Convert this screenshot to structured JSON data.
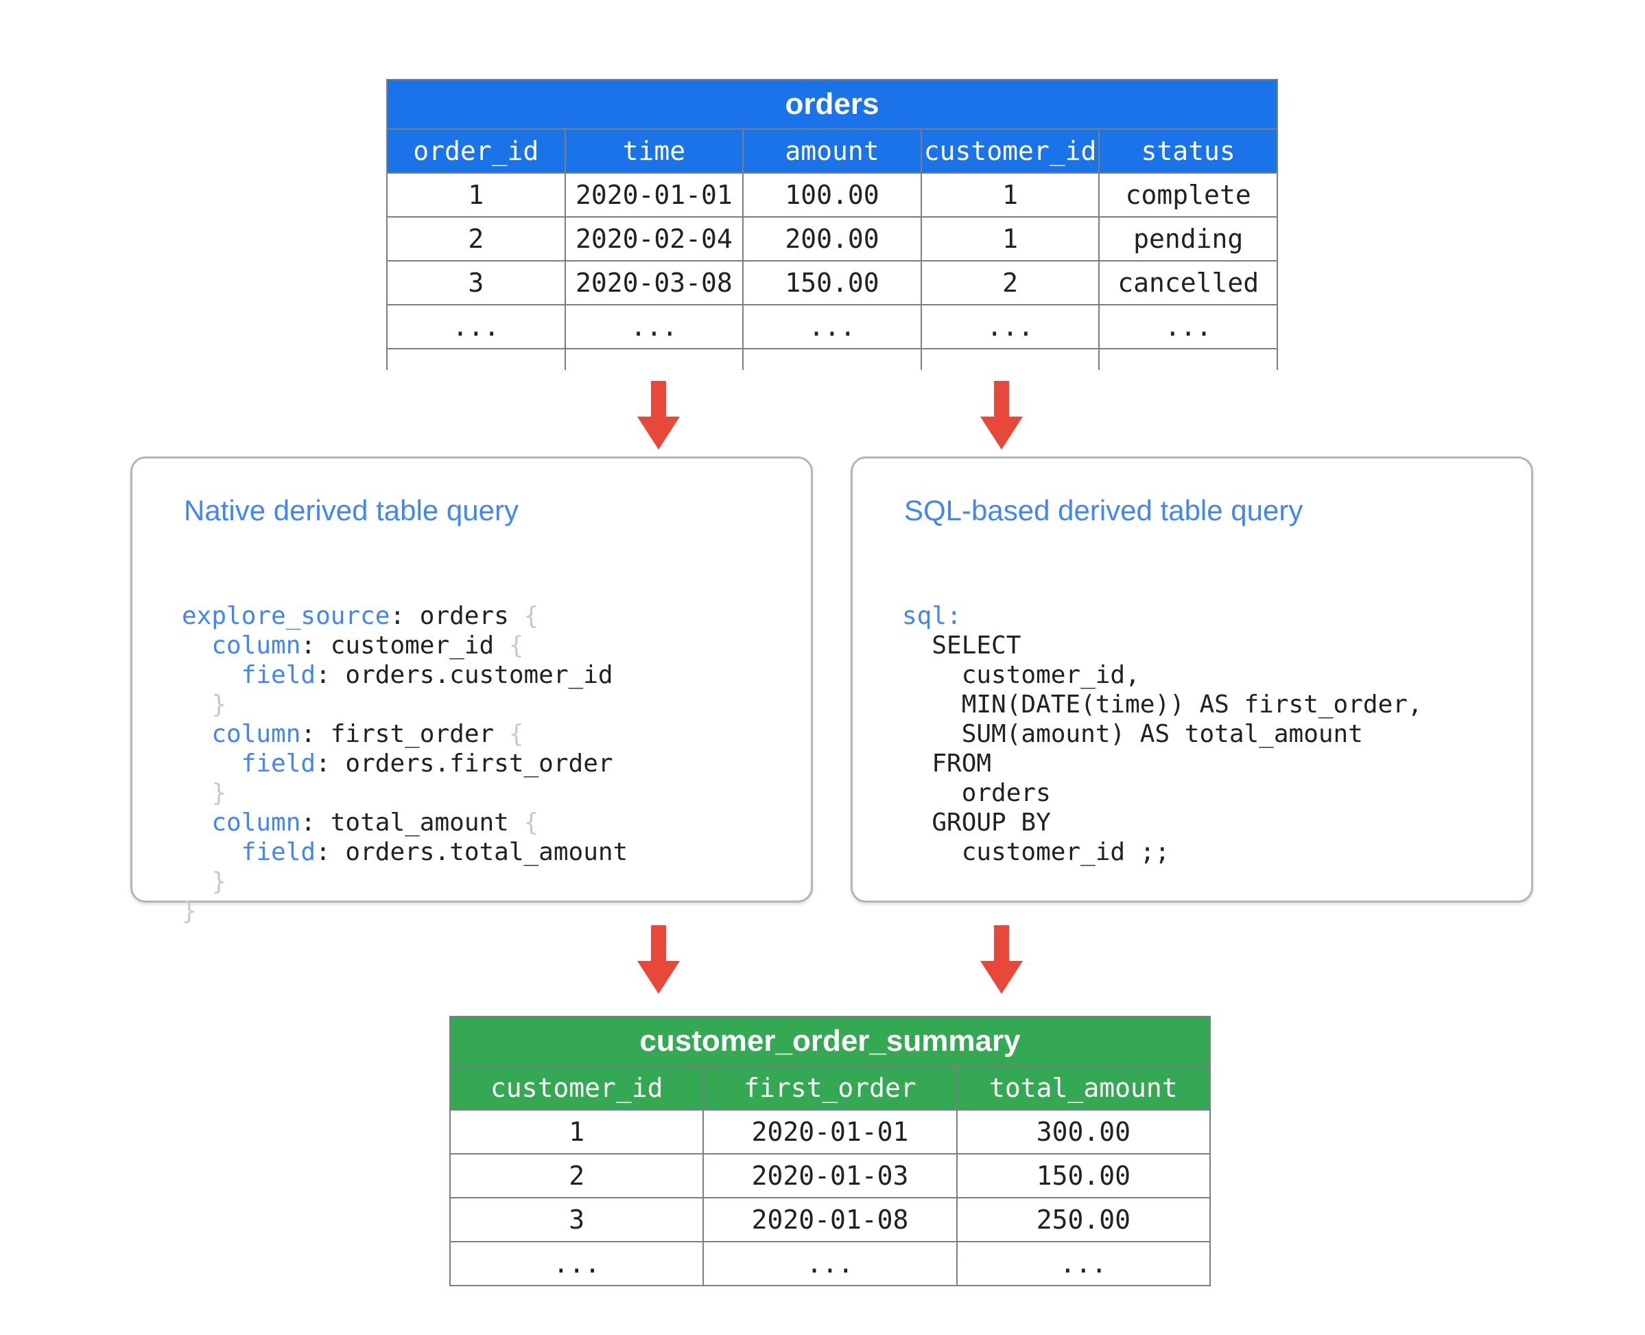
{
  "diagram": {
    "title": "Derived table query diagram",
    "accent_blue": "#1a73e8",
    "accent_green": "#34a853",
    "accent_red": "#e8483a",
    "keyword_blue": "#4285f4",
    "brace_gray": "#c9c9c9"
  },
  "source_table": {
    "name": "orders",
    "columns": [
      "order_id",
      "time",
      "amount",
      "customer_id",
      "status"
    ],
    "rows": [
      [
        "1",
        "2020-01-01",
        "100.00",
        "1",
        "complete"
      ],
      [
        "2",
        "2020-02-04",
        "200.00",
        "1",
        "pending"
      ],
      [
        "3",
        "2020-03-08",
        "150.00",
        "2",
        "cancelled"
      ],
      [
        "...",
        "...",
        "...",
        "...",
        "..."
      ]
    ]
  },
  "result_table": {
    "name": "customer_order_summary",
    "columns": [
      "customer_id",
      "first_order",
      "total_amount"
    ],
    "rows": [
      [
        "1",
        "2020-01-01",
        "300.00"
      ],
      [
        "2",
        "2020-01-03",
        "150.00"
      ],
      [
        "3",
        "2020-01-08",
        "250.00"
      ],
      [
        "...",
        "...",
        "..."
      ]
    ]
  },
  "native_card": {
    "title": "Native derived table query",
    "code_lines": [
      [
        {
          "t": "explore_source",
          "c": "kw"
        },
        {
          "t": ": orders ",
          "c": ""
        },
        {
          "t": "{",
          "c": "br"
        }
      ],
      [
        {
          "t": "  ",
          "c": ""
        },
        {
          "t": "column",
          "c": "kw"
        },
        {
          "t": ": customer_id ",
          "c": ""
        },
        {
          "t": "{",
          "c": "br"
        }
      ],
      [
        {
          "t": "    ",
          "c": ""
        },
        {
          "t": "field",
          "c": "kw"
        },
        {
          "t": ": orders.customer_id",
          "c": ""
        }
      ],
      [
        {
          "t": "  ",
          "c": ""
        },
        {
          "t": "}",
          "c": "br"
        }
      ],
      [
        {
          "t": "  ",
          "c": ""
        },
        {
          "t": "column",
          "c": "kw"
        },
        {
          "t": ": first_order ",
          "c": ""
        },
        {
          "t": "{",
          "c": "br"
        }
      ],
      [
        {
          "t": "    ",
          "c": ""
        },
        {
          "t": "field",
          "c": "kw"
        },
        {
          "t": ": orders.first_order",
          "c": ""
        }
      ],
      [
        {
          "t": "  ",
          "c": ""
        },
        {
          "t": "}",
          "c": "br"
        }
      ],
      [
        {
          "t": "  ",
          "c": ""
        },
        {
          "t": "column",
          "c": "kw"
        },
        {
          "t": ": total_amount ",
          "c": ""
        },
        {
          "t": "{",
          "c": "br"
        }
      ],
      [
        {
          "t": "    ",
          "c": ""
        },
        {
          "t": "field",
          "c": "kw"
        },
        {
          "t": ": orders.total_amount",
          "c": ""
        }
      ],
      [
        {
          "t": "  ",
          "c": ""
        },
        {
          "t": "}",
          "c": "br"
        }
      ],
      [
        {
          "t": "}",
          "c": "br"
        }
      ]
    ]
  },
  "sql_card": {
    "title": "SQL-based derived table query",
    "code_lines": [
      [
        {
          "t": "sql",
          "c": "kw"
        },
        {
          "t": ":",
          "c": "kw"
        }
      ],
      [
        {
          "t": "  SELECT",
          "c": ""
        }
      ],
      [
        {
          "t": "    customer_id,",
          "c": ""
        }
      ],
      [
        {
          "t": "    MIN(DATE(time)) AS first_order,",
          "c": ""
        }
      ],
      [
        {
          "t": "    SUM(amount) AS total_amount",
          "c": ""
        }
      ],
      [
        {
          "t": "  FROM",
          "c": ""
        }
      ],
      [
        {
          "t": "    orders",
          "c": ""
        }
      ],
      [
        {
          "t": "  GROUP BY",
          "c": ""
        }
      ],
      [
        {
          "t": "    customer_id ;;",
          "c": ""
        }
      ]
    ]
  },
  "arrows": {
    "top_left": "down-arrow",
    "top_right": "down-arrow",
    "bottom_left": "down-arrow",
    "bottom_right": "down-arrow"
  }
}
